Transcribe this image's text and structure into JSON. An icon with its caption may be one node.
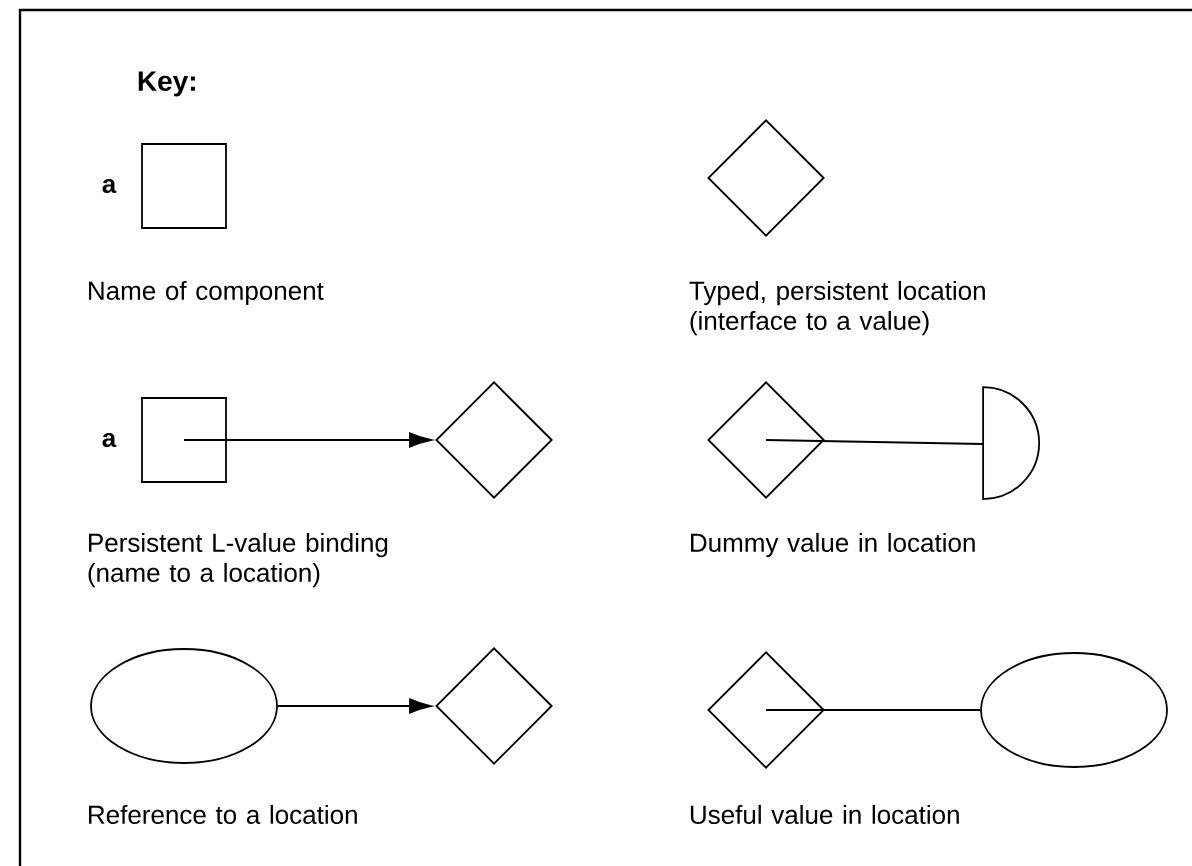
{
  "diagram": {
    "title": "Key:",
    "nodes": [
      {
        "text": [],
        "shape": "box",
        "beside": [
          "a"
        ]
      },
      {
        "text": [],
        "shape": "diamond"
      },
      {
        "text": [],
        "shape": "box",
        "beside": [
          "a"
        ]
      },
      {
        "text": [],
        "shape": "diamond"
      },
      {
        "text": [],
        "shape": "diamond"
      },
      {
        "text": [],
        "shape": "semicircle"
      },
      {
        "text": [],
        "shape": "ellipse"
      },
      {
        "text": [],
        "shape": "diamond"
      },
      {
        "text": [],
        "shape": "diamond"
      },
      {
        "text": [],
        "shape": "ellipse"
      }
    ],
    "edges": [
      {
        "from": 2,
        "to": 3,
        "arrow": "to"
      },
      {
        "from": 4,
        "to": 5,
        "arrow": "none"
      },
      {
        "from": 6,
        "to": 7,
        "arrow": "to"
      },
      {
        "from": 8,
        "to": 9,
        "arrow": "none"
      }
    ],
    "labels": [
      "Name of component",
      "Typed, persistent location (interface to a value)",
      "Persistent L-value binding (name to a location)",
      "Dummy value in location",
      "Reference to a location",
      "Useful value in location"
    ]
  }
}
